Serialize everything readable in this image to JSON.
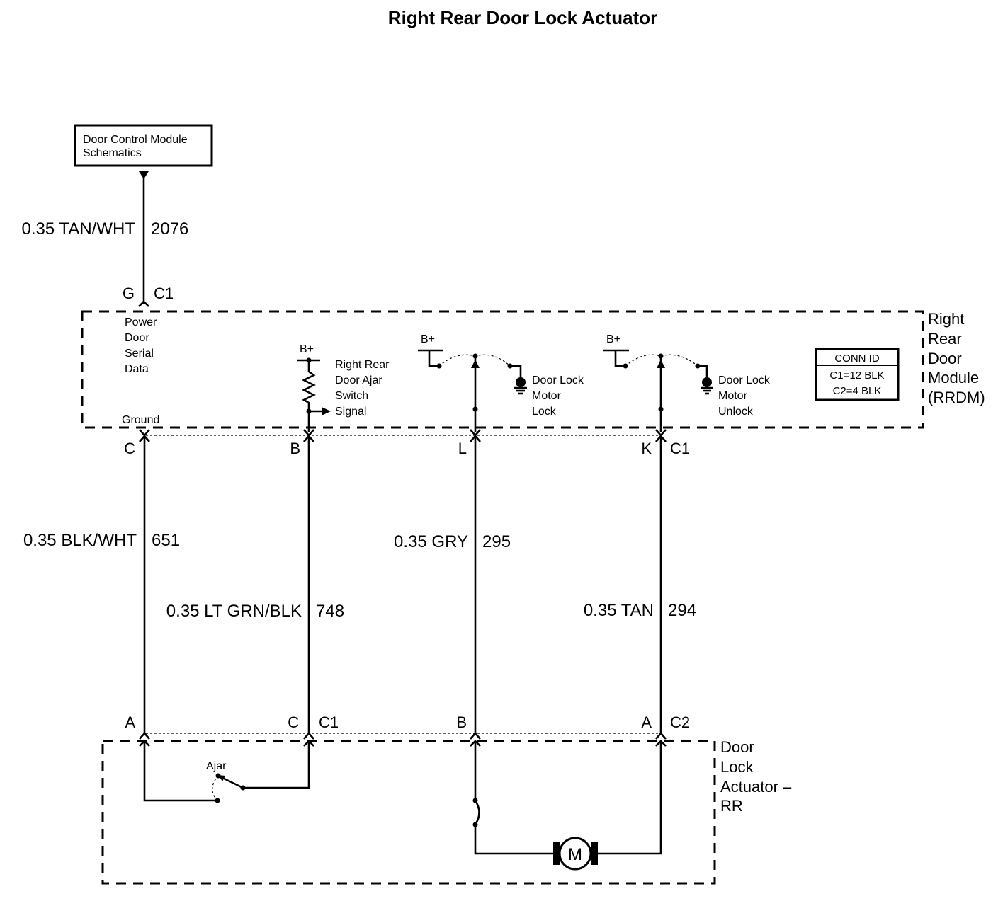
{
  "title": "Right Rear Door Lock Actuator",
  "ref_box": {
    "line1": "Door Control Module",
    "line2": "Schematics"
  },
  "top_wire": {
    "spec": "0.35 TAN/WHT",
    "circuit": "2076"
  },
  "top_connector": {
    "pin": "G",
    "connector": "C1"
  },
  "rrdm": {
    "label_lines": [
      "Right",
      "Rear",
      "Door",
      "Module",
      "(RRDM)"
    ],
    "power_label": [
      "Power",
      "Door",
      "Serial",
      "Data"
    ],
    "ground_label": "Ground",
    "b_plus": "B+",
    "ajar_label": [
      "Right Rear",
      "Door Ajar",
      "Switch",
      "Signal"
    ],
    "lock_label": [
      "Door Lock",
      "Motor",
      "Lock"
    ],
    "unlock_label": [
      "Door Lock",
      "Motor",
      "Unlock"
    ],
    "conn_id": {
      "title": "CONN ID",
      "line1": "C1=12 BLK",
      "line2": "C2=4 BLK"
    }
  },
  "rrdm_pins": {
    "c": "C",
    "b": "B",
    "l": "L",
    "k": "K",
    "connector": "C1"
  },
  "wires": [
    {
      "spec": "0.35 BLK/WHT",
      "circuit": "651"
    },
    {
      "spec": "0.35 LT GRN/BLK",
      "circuit": "748"
    },
    {
      "spec": "0.35 GRY",
      "circuit": "295"
    },
    {
      "spec": "0.35 TAN",
      "circuit": "294"
    }
  ],
  "actuator_pins": {
    "a": "A",
    "c": "C",
    "c1": "C1",
    "b": "B",
    "a2": "A",
    "c2": "C2"
  },
  "actuator": {
    "label_lines": [
      "Door",
      "Lock",
      "Actuator –",
      "RR"
    ],
    "ajar": "Ajar",
    "motor": "M"
  },
  "colors": {
    "line": "#000000",
    "background": "#ffffff"
  }
}
